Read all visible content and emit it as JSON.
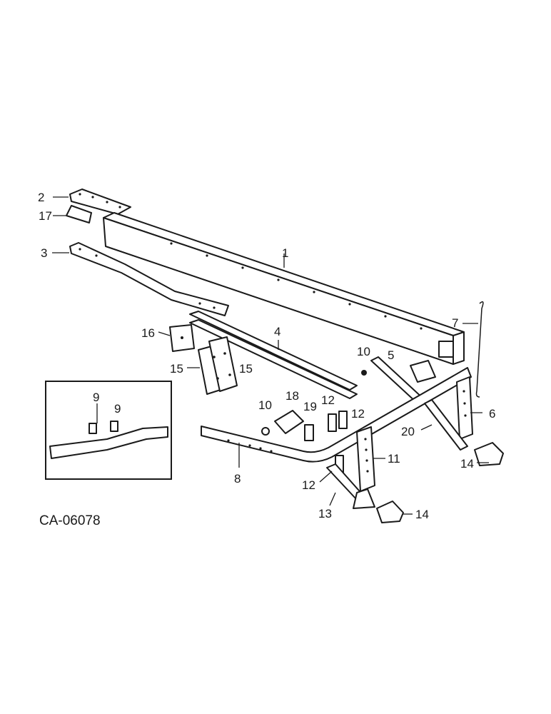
{
  "diagram_code": "CA-06078",
  "callouts": {
    "c1": "1",
    "c2": "2",
    "c3": "3",
    "c4": "4",
    "c5": "5",
    "c6": "6",
    "c7": "7",
    "c8": "8",
    "c9a": "9",
    "c9b": "9",
    "c10a": "10",
    "c10b": "10",
    "c11": "11",
    "c12a": "12",
    "c12b": "12",
    "c12c": "12",
    "c13": "13",
    "c14a": "14",
    "c14b": "14",
    "c15a": "15",
    "c15b": "15",
    "c16": "16",
    "c17": "17",
    "c18": "18",
    "c19": "19",
    "c20": "20"
  }
}
